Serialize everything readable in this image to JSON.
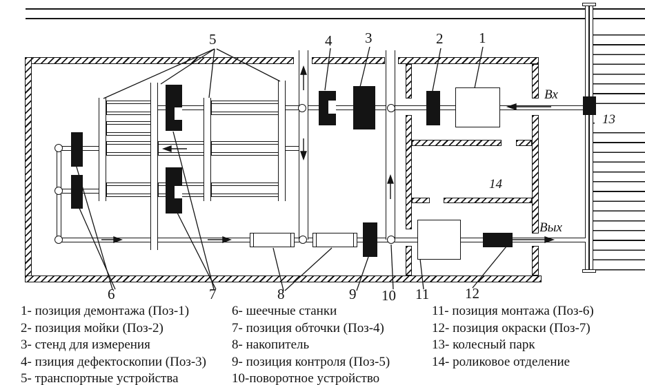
{
  "diagram": {
    "callouts": {
      "c1": "1",
      "c2": "2",
      "c3": "3",
      "c4": "4",
      "c5": "5",
      "c6": "6",
      "c7": "7",
      "c8": "8",
      "c9": "9",
      "c10": "10",
      "c11": "11",
      "c12": "12"
    },
    "flow_labels": {
      "inlet": "Вх",
      "outlet": "Вых"
    },
    "area_labels": {
      "wheel_park": "13",
      "roller_section": "14"
    }
  },
  "legend": {
    "col1": [
      "1- позиция демонтажа (Поз-1)",
      "2- позиция мойки (Поз-2)",
      "3- стенд для измерения",
      "4- пзиция дефектоскопии (Поз-3)",
      "5- транспортные устройства"
    ],
    "col2": [
      "6- шеечные станки",
      "7- позиция обточки (Поз-4)",
      "8- накопитель",
      "9- позиция контроля (Поз-5)",
      "10-поворотное устройство"
    ],
    "col3": [
      "11- позиция монтажа (Поз-6)",
      "12- позиция окраски (Поз-7)",
      "13- колесный парк",
      "14- роликовое отделение"
    ]
  },
  "colors": {
    "ink": "#141414",
    "background": "#ffffff"
  }
}
